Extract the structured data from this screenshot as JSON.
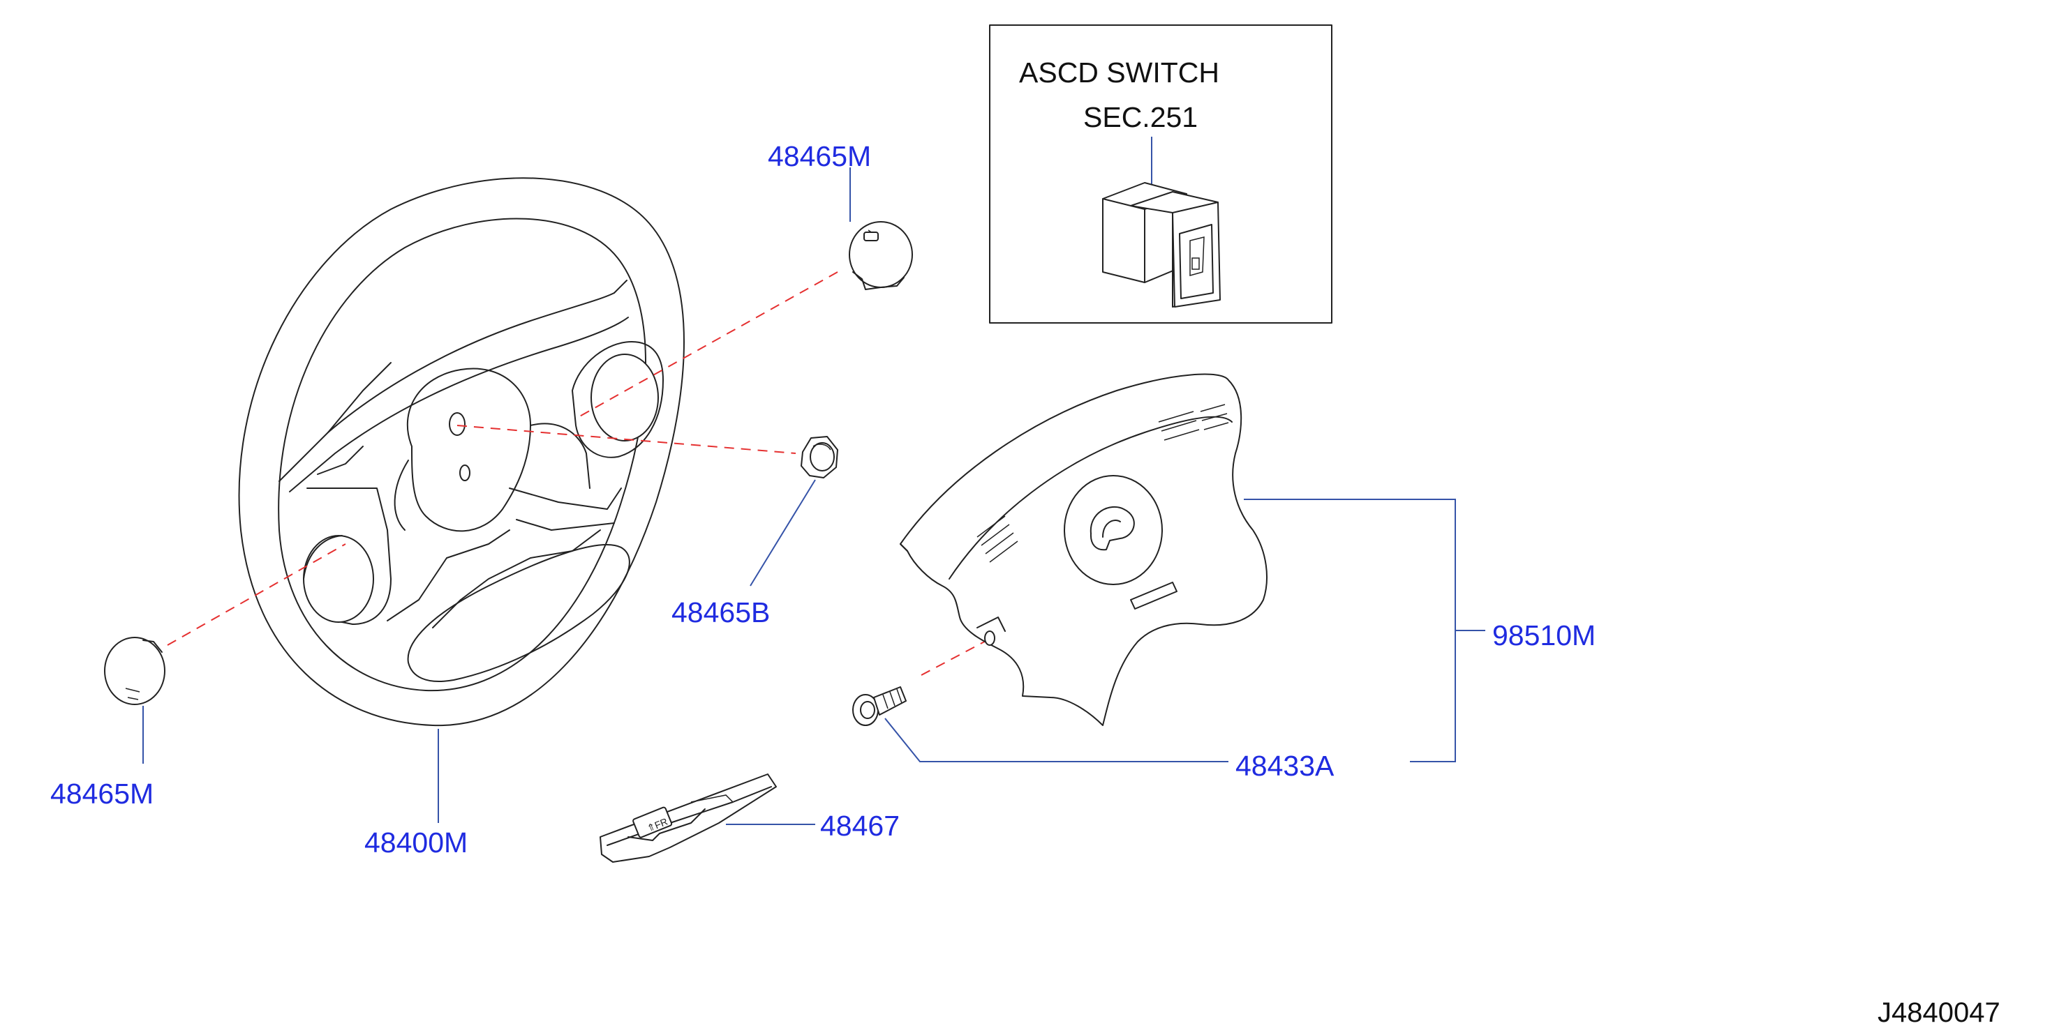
{
  "parts": {
    "p48465M_top": "48465M",
    "p48465M_bottom": "48465M",
    "p48465B": "48465B",
    "p48400M": "48400M",
    "p48467": "48467",
    "p48433A": "48433A",
    "p98510M": "98510M"
  },
  "inset": {
    "title": "ASCD  SWITCH",
    "section": "SEC.251"
  },
  "diagram_code": "J4840047",
  "colors": {
    "part_label": "#1f2be0",
    "leader_line": "#3553a8",
    "alignment_dash": "#e53030",
    "outline": "#222222"
  }
}
